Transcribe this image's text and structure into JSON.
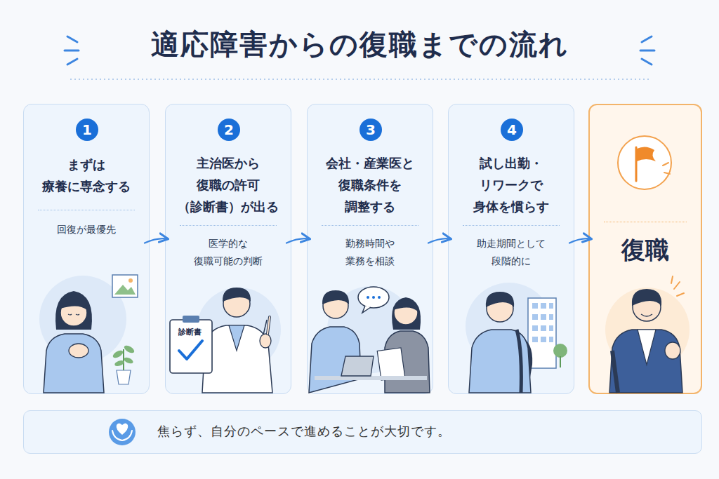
{
  "diagram": {
    "title": "適応障害からの復職までの流れ",
    "nodes": [
      {
        "text": [
          "まずは 療養に専念する",
          "回復が最優先"
        ]
      },
      {
        "text": [
          "1"
        ],
        "in": 0
      },
      {
        "text": [
          "主治医から 復職の許可 （診断書）が出る",
          "医学的な 復職可能の判断"
        ]
      },
      {
        "text": [
          "2"
        ],
        "in": 2
      },
      {
        "text": [
          "会社・産業医と 復職条件を 調整する",
          "勤務時間や 業務を相談"
        ]
      },
      {
        "text": [
          "3"
        ],
        "in": 4
      },
      {
        "text": [
          "試し出勤・ リワークで 身体を慣らす",
          "助走期間として 段階的に"
        ]
      },
      {
        "text": [
          "4"
        ],
        "in": 6
      },
      {
        "text": [
          "復職"
        ]
      },
      {
        "text": [
          "焦らず、自分のペースで進めることが大切です。"
        ]
      }
    ],
    "edges": [
      {
        "from": 0,
        "to": 2,
        "arrow": "to"
      },
      {
        "from": 2,
        "to": 4,
        "arrow": "to"
      },
      {
        "from": 4,
        "to": 6,
        "arrow": "to"
      },
      {
        "from": 6,
        "to": 8,
        "arrow": "to"
      }
    ],
    "labels": [
      "診断書"
    ]
  }
}
